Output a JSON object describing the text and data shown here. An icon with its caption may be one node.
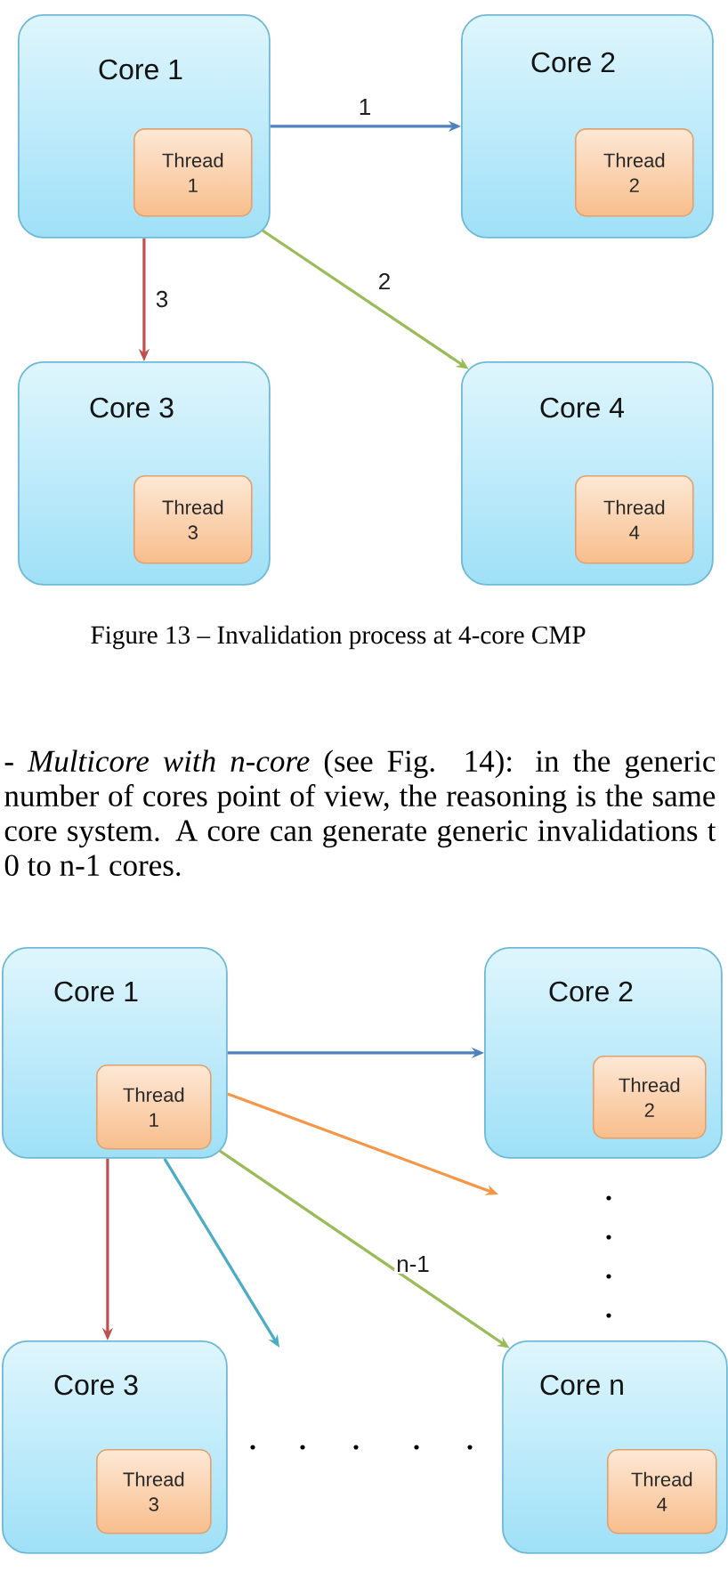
{
  "diagram": {
    "caption": "Figure 13 – Invalidation process at 4-core CMP",
    "nodes": [
      {
        "text": [
          "Core 1"
        ]
      },
      {
        "text": [
          "Thread 1"
        ],
        "in": 0
      },
      {
        "text": [
          "Core 2"
        ]
      },
      {
        "text": [
          "Thread 2"
        ],
        "in": 2
      },
      {
        "text": [
          "Core 3"
        ]
      },
      {
        "text": [
          "Thread 3"
        ],
        "in": 4
      },
      {
        "text": [
          "Core 4"
        ]
      },
      {
        "text": [
          "Thread 4"
        ],
        "in": 6
      },
      {
        "text": [
          "Core 1"
        ]
      },
      {
        "text": [
          "Thread 1"
        ],
        "in": 8
      },
      {
        "text": [
          "Core 2"
        ]
      },
      {
        "text": [
          "Thread 2"
        ],
        "in": 10
      },
      {
        "text": [
          "Core 3"
        ]
      },
      {
        "text": [
          "Thread 3"
        ],
        "in": 12
      },
      {
        "text": [
          "Core n"
        ]
      },
      {
        "text": [
          "Thread 4"
        ],
        "in": 14
      }
    ],
    "edges": [
      {
        "from": 0,
        "to": 2,
        "arrow": "to",
        "label": "1",
        "color": "#4f81bd"
      },
      {
        "from": 0,
        "to": 6,
        "arrow": "to",
        "label": "2",
        "color": "#9bbb59"
      },
      {
        "from": 0,
        "to": 4,
        "arrow": "to",
        "label": "3",
        "color": "#c0504d"
      },
      {
        "from": 8,
        "to": 10,
        "arrow": "to",
        "color": "#4f81bd"
      },
      {
        "from": 8,
        "to": null,
        "arrow": "to",
        "color": "#f79646"
      },
      {
        "from": 8,
        "to": null,
        "arrow": "to",
        "color": "#4bacc6"
      },
      {
        "from": 8,
        "to": 14,
        "arrow": "to",
        "label": "n-1",
        "color": "#9bbb59"
      },
      {
        "from": 8,
        "to": 12,
        "arrow": "to",
        "color": "#c0504d"
      }
    ],
    "labels": [
      "- *Multicore with n-core* (see Fig. 14): in the generic number of cores point of view, the reasoning is the same core system. A core can generate generic invalidations t 0 to n-1 cores."
    ]
  }
}
